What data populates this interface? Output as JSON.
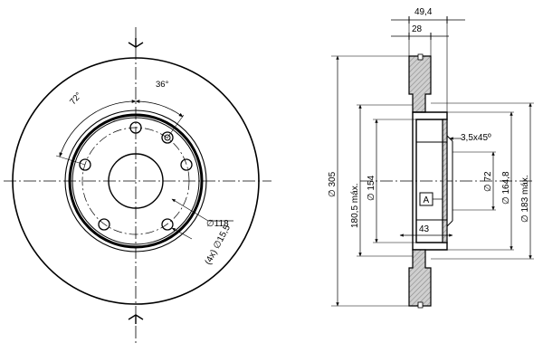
{
  "front_view": {
    "labels": {
      "angle_72": "72°",
      "angle_36": "36°",
      "dia_118": "∅118",
      "holes_spec": "(4x) ∅15,5"
    }
  },
  "side_view": {
    "labels": {
      "dim_49_4": "49,4",
      "dim_28": "28",
      "dim_305": "∅ 305",
      "dim_180_5": "180,5 máx.",
      "dim_154": "∅ 154",
      "dim_3_5x45": "3,5x45º",
      "dim_72": "∅ 72",
      "dim_164_8": "∅ 164,8",
      "dim_183": "∅ 183 máx.",
      "dim_43": "43",
      "datum_a": "A"
    }
  },
  "colors": {
    "ink": "#000000",
    "hatch": "#b5b5b5",
    "background": "#ffffff"
  }
}
